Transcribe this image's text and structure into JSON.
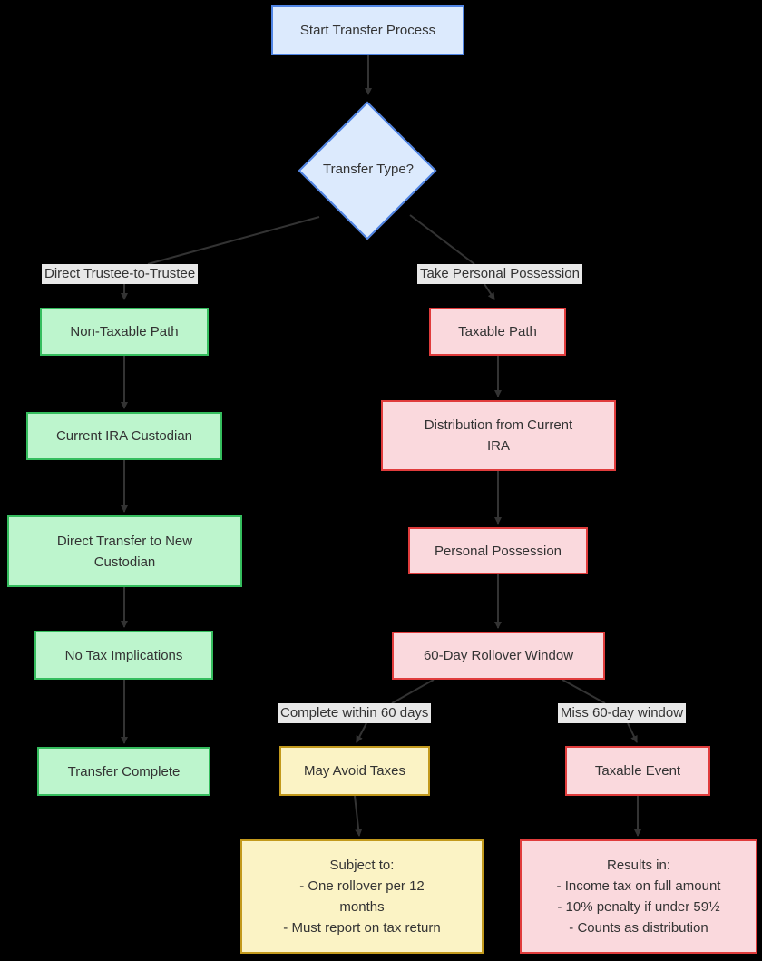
{
  "diagram": {
    "title": "IRA Transfer Process Flowchart",
    "background": "#000000",
    "edge_color": "#333333",
    "colors": {
      "process_fill": "#dceafd",
      "process_stroke": "#4f84e4",
      "safe_fill": "#bdf5cd",
      "safe_stroke": "#35bd5e",
      "risk_fill": "#fad9dd",
      "risk_stroke": "#e03c3c",
      "caution_fill": "#fbf3c5",
      "caution_stroke": "#c2991c",
      "edge_label_bg": "#e8e8e8",
      "text": "#333333"
    },
    "nodes": {
      "start": {
        "label": "Start Transfer Process"
      },
      "transfer_type": {
        "label": "Transfer Type?"
      },
      "non_taxable": {
        "label": "Non-Taxable Path"
      },
      "current_custodian": {
        "label": "Current IRA Custodian"
      },
      "direct_transfer": {
        "lines": [
          "Direct Transfer to New",
          "Custodian"
        ]
      },
      "no_tax": {
        "label": "No Tax Implications"
      },
      "complete": {
        "label": "Transfer Complete"
      },
      "taxable_path": {
        "label": "Taxable Path"
      },
      "distribution": {
        "lines": [
          "Distribution from Current",
          "IRA"
        ]
      },
      "possession": {
        "label": "Personal Possession"
      },
      "window60": {
        "label": "60-Day Rollover Window"
      },
      "avoid": {
        "label": "May Avoid Taxes"
      },
      "taxable_event": {
        "label": "Taxable Event"
      },
      "subject": {
        "lines": [
          "Subject to:",
          "- One rollover per 12",
          "months",
          "- Must report on tax return"
        ]
      },
      "results": {
        "lines": [
          "Results in:",
          "- Income tax on full amount",
          "- 10% penalty if under 59½",
          "- Counts as distribution"
        ]
      }
    },
    "edge_labels": {
      "direct": "Direct Trustee-to-Trustee",
      "personal": "Take Personal Possession",
      "complete60": "Complete within 60 days",
      "miss60": "Miss 60-day window"
    }
  }
}
